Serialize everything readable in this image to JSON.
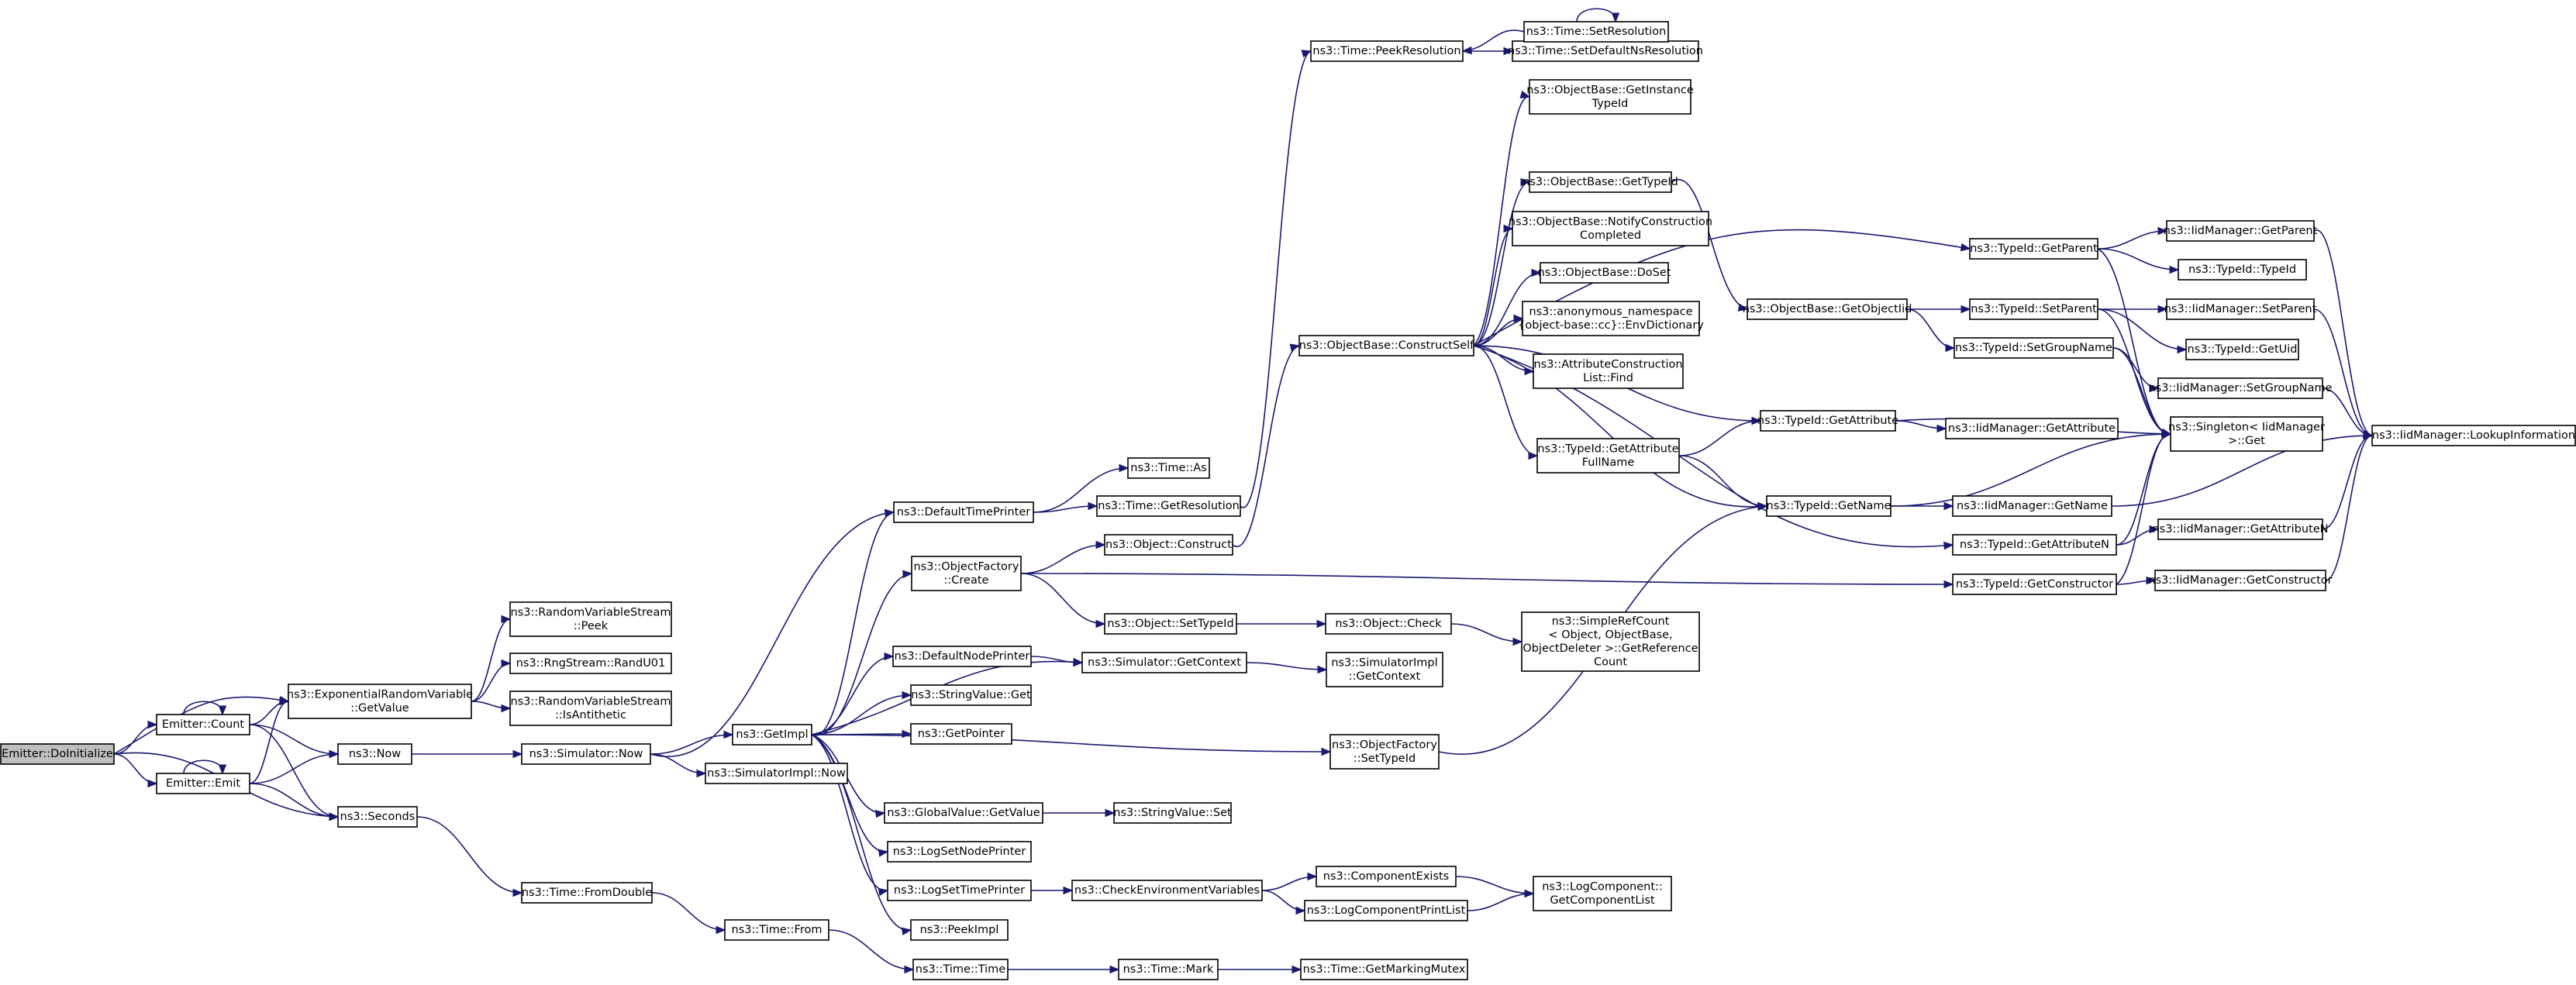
{
  "diagram": {
    "type": "call-graph",
    "colors": {
      "edge": "#191970",
      "node_border": "#000000",
      "root_fill": "#bfbfbf",
      "node_fill": "#ffffff"
    },
    "nodes": [
      {
        "id": "doinit",
        "lines": [
          "Emitter::DoInitialize"
        ],
        "root": true
      },
      {
        "id": "count",
        "lines": [
          "Emitter::Count"
        ]
      },
      {
        "id": "emit",
        "lines": [
          "Emitter::Emit"
        ]
      },
      {
        "id": "expget",
        "lines": [
          "ns3::ExponentialRandomVariable",
          "::GetValue"
        ]
      },
      {
        "id": "now",
        "lines": [
          "ns3::Now"
        ]
      },
      {
        "id": "seconds",
        "lines": [
          "ns3::Seconds"
        ]
      },
      {
        "id": "rvspeek",
        "lines": [
          "ns3::RandomVariableStream",
          "::Peek"
        ]
      },
      {
        "id": "randu01",
        "lines": [
          "ns3::RngStream::RandU01"
        ]
      },
      {
        "id": "isanti",
        "lines": [
          "ns3::RandomVariableStream",
          "::IsAntithetic"
        ]
      },
      {
        "id": "simnow",
        "lines": [
          "ns3::Simulator::Now"
        ]
      },
      {
        "id": "fromdouble",
        "lines": [
          "ns3::Time::FromDouble"
        ]
      },
      {
        "id": "getimpl",
        "lines": [
          "ns3::GetImpl"
        ]
      },
      {
        "id": "simimplnow",
        "lines": [
          "ns3::SimulatorImpl::Now"
        ]
      },
      {
        "id": "timefrom",
        "lines": [
          "ns3::Time::From"
        ]
      },
      {
        "id": "timetime",
        "lines": [
          "ns3::Time::Time"
        ]
      },
      {
        "id": "defaulttp",
        "lines": [
          "ns3::DefaultTimePrinter"
        ]
      },
      {
        "id": "ofcreate",
        "lines": [
          "ns3::ObjectFactory",
          "::Create"
        ]
      },
      {
        "id": "defaultnp",
        "lines": [
          "ns3::DefaultNodePrinter"
        ]
      },
      {
        "id": "svget",
        "lines": [
          "ns3::StringValue::Get"
        ]
      },
      {
        "id": "getpointer",
        "lines": [
          "ns3::GetPointer"
        ]
      },
      {
        "id": "gvget",
        "lines": [
          "ns3::GlobalValue::GetValue"
        ]
      },
      {
        "id": "logsetnp",
        "lines": [
          "ns3::LogSetNodePrinter"
        ]
      },
      {
        "id": "logsettp",
        "lines": [
          "ns3::LogSetTimePrinter"
        ]
      },
      {
        "id": "peekimpl",
        "lines": [
          "ns3::PeekImpl"
        ]
      },
      {
        "id": "timeas",
        "lines": [
          "ns3::Time::As"
        ]
      },
      {
        "id": "getres",
        "lines": [
          "ns3::Time::GetResolution"
        ]
      },
      {
        "id": "objconstruct",
        "lines": [
          "ns3::Object::Construct"
        ]
      },
      {
        "id": "objsettypeid",
        "lines": [
          "ns3::Object::SetTypeId"
        ]
      },
      {
        "id": "simgetctx",
        "lines": [
          "ns3::Simulator::GetContext"
        ]
      },
      {
        "id": "ofsettypeid",
        "lines": [
          "ns3::ObjectFactory",
          "::SetTypeId"
        ]
      },
      {
        "id": "svset",
        "lines": [
          "ns3::StringValue::Set"
        ]
      },
      {
        "id": "checkenv",
        "lines": [
          "ns3::CheckEnvironmentVariables"
        ]
      },
      {
        "id": "timemark",
        "lines": [
          "ns3::Time::Mark"
        ]
      },
      {
        "id": "peekres",
        "lines": [
          "ns3::Time::PeekResolution"
        ]
      },
      {
        "id": "objcheck",
        "lines": [
          "ns3::Object::Check"
        ]
      },
      {
        "id": "simimplctx",
        "lines": [
          "ns3::SimulatorImpl",
          "::GetContext"
        ]
      },
      {
        "id": "compexists",
        "lines": [
          "ns3::ComponentExists"
        ]
      },
      {
        "id": "logcompprint",
        "lines": [
          "ns3::LogComponentPrintList"
        ]
      },
      {
        "id": "getmutex",
        "lines": [
          "ns3::Time::GetMarkingMutex"
        ]
      },
      {
        "id": "setdefres",
        "lines": [
          "ns3::Time::SetDefaultNsResolution"
        ]
      },
      {
        "id": "setres",
        "lines": [
          "ns3::Time::SetResolution"
        ]
      },
      {
        "id": "constructself",
        "lines": [
          "ns3::ObjectBase::ConstructSelf"
        ]
      },
      {
        "id": "getinsttid",
        "lines": [
          "ns3::ObjectBase::GetInstance",
          "TypeId"
        ]
      },
      {
        "id": "obgettid",
        "lines": [
          "ns3::ObjectBase::GetTypeId"
        ]
      },
      {
        "id": "notifyconst",
        "lines": [
          "ns3::ObjectBase::NotifyConstruction",
          "Completed"
        ]
      },
      {
        "id": "doset",
        "lines": [
          "ns3::ObjectBase::DoSet"
        ]
      },
      {
        "id": "envdict",
        "lines": [
          "ns3::anonymous_namespace",
          "{object-base::cc}::EnvDictionary"
        ]
      },
      {
        "id": "attrfind",
        "lines": [
          "ns3::AttributeConstruction",
          "List::Find"
        ]
      },
      {
        "id": "gafullname",
        "lines": [
          "ns3::TypeId::GetAttribute",
          "FullName"
        ]
      },
      {
        "id": "simplerefcount",
        "lines": [
          "ns3::SimpleRefCount",
          "< Object, ObjectBase,",
          "ObjectDeleter >::GetReference",
          "Count"
        ]
      },
      {
        "id": "getlogcomplist",
        "lines": [
          "ns3::LogComponent::",
          "GetComponentList"
        ]
      },
      {
        "id": "getobjtid",
        "lines": [
          "ns3::ObjectBase::GetObjectIid"
        ]
      },
      {
        "id": "tidgetattr",
        "lines": [
          "ns3::TypeId::GetAttribute"
        ]
      },
      {
        "id": "tidgetname",
        "lines": [
          "ns3::TypeId::GetName"
        ]
      },
      {
        "id": "tidgetparent",
        "lines": [
          "ns3::TypeId::GetParent"
        ]
      },
      {
        "id": "tidsetparent",
        "lines": [
          "ns3::TypeId::SetParent"
        ]
      },
      {
        "id": "tidsetgroup",
        "lines": [
          "ns3::TypeId::SetGroupName"
        ]
      },
      {
        "id": "tidgetattrn",
        "lines": [
          "ns3::TypeId::GetAttributeN"
        ]
      },
      {
        "id": "tidgetctor",
        "lines": [
          "ns3::TypeId::GetConstructor"
        ]
      },
      {
        "id": "mgrgetattr",
        "lines": [
          "ns3::IidManager::GetAttribute"
        ]
      },
      {
        "id": "mgrgetname",
        "lines": [
          "ns3::IidManager::GetName"
        ]
      },
      {
        "id": "mgrgetparent",
        "lines": [
          "ns3::IidManager::GetParent"
        ]
      },
      {
        "id": "tidtypeid",
        "lines": [
          "ns3::TypeId::TypeId"
        ]
      },
      {
        "id": "mgrsetparent",
        "lines": [
          "ns3::IidManager::SetParent"
        ]
      },
      {
        "id": "tidgetuid",
        "lines": [
          "ns3::TypeId::GetUid"
        ]
      },
      {
        "id": "mgrsetgroup",
        "lines": [
          "ns3::IidManager::SetGroupName"
        ]
      },
      {
        "id": "singletonget",
        "lines": [
          "ns3::Singleton< IidManager",
          ">::Get"
        ]
      },
      {
        "id": "mgrgetattrn",
        "lines": [
          "ns3::IidManager::GetAttributeN"
        ]
      },
      {
        "id": "mgrgetctor",
        "lines": [
          "ns3::IidManager::GetConstructor"
        ]
      },
      {
        "id": "lookupinfo",
        "lines": [
          "ns3::IidManager::LookupInformation"
        ]
      }
    ]
  }
}
